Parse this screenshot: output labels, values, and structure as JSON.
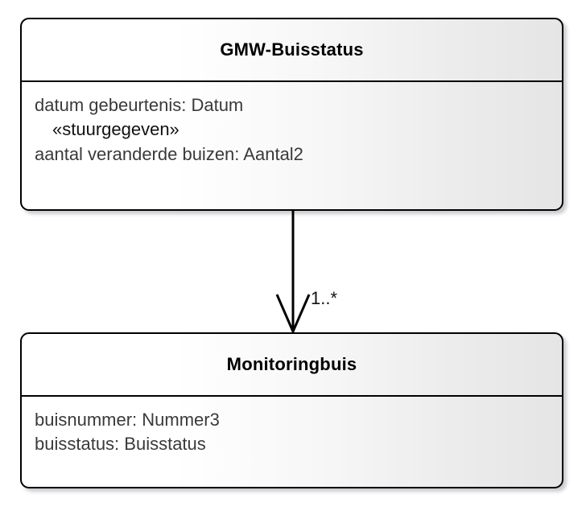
{
  "diagram": {
    "type": "uml-class-diagram",
    "background_color": "#ffffff",
    "border_color": "#000000",
    "title_color": "#000000",
    "attribute_color": "#3a3a3a"
  },
  "classes": [
    {
      "name": "GMW-Buisstatus",
      "members": [
        {
          "kind": "attribute",
          "text": "datum gebeurtenis: Datum"
        },
        {
          "kind": "stereotype",
          "text": "«stuurgegeven»"
        },
        {
          "kind": "attribute",
          "text": "aantal veranderde buizen: Aantal2"
        }
      ]
    },
    {
      "name": "Monitoringbuis",
      "members": [
        {
          "kind": "attribute",
          "text": "buisnummer: Nummer3"
        },
        {
          "kind": "attribute",
          "text": "buisstatus: Buisstatus"
        }
      ]
    }
  ],
  "association": {
    "source": "GMW-Buisstatus",
    "target": "Monitoringbuis",
    "arrow_style": "open-arrow",
    "target_multiplicity": "1..*"
  }
}
